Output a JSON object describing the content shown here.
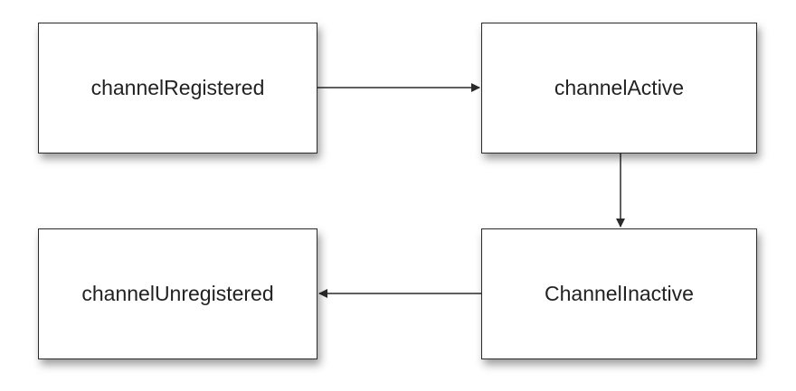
{
  "diagram": {
    "nodes": [
      {
        "id": "registered",
        "label": "channelRegistered"
      },
      {
        "id": "active",
        "label": "channelActive"
      },
      {
        "id": "inactive",
        "label": "ChannelInactive"
      },
      {
        "id": "unregistered",
        "label": "channelUnregistered"
      }
    ],
    "edges": [
      {
        "from": "registered",
        "to": "active"
      },
      {
        "from": "active",
        "to": "inactive"
      },
      {
        "from": "inactive",
        "to": "unregistered"
      }
    ],
    "colors": {
      "stroke": "#2a2a2a",
      "text": "#222222",
      "background": "#ffffff"
    }
  }
}
